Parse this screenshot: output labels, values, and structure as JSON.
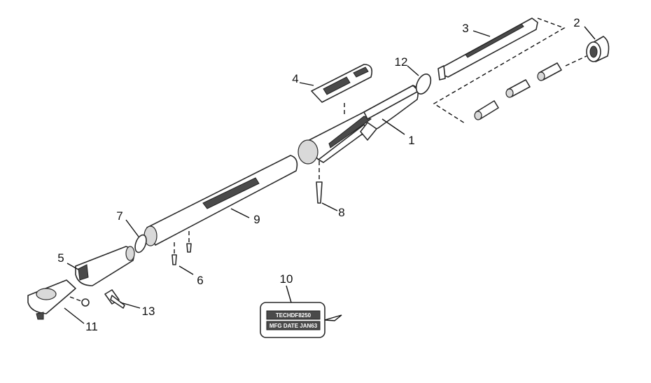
{
  "callouts": {
    "c1": "1",
    "c2": "2",
    "c3": "3",
    "c4": "4",
    "c5": "5",
    "c6": "6",
    "c7": "7",
    "c8": "8",
    "c9": "9",
    "c10": "10",
    "c11": "11",
    "c12": "12",
    "c13": "13"
  },
  "label_plate": {
    "model": "TECHDF8250",
    "mfg_date": "MFG DATE JAN63"
  },
  "colors": {
    "line": "#2a2a2a",
    "shade": "#4a4a4a",
    "background": "#ffffff"
  }
}
